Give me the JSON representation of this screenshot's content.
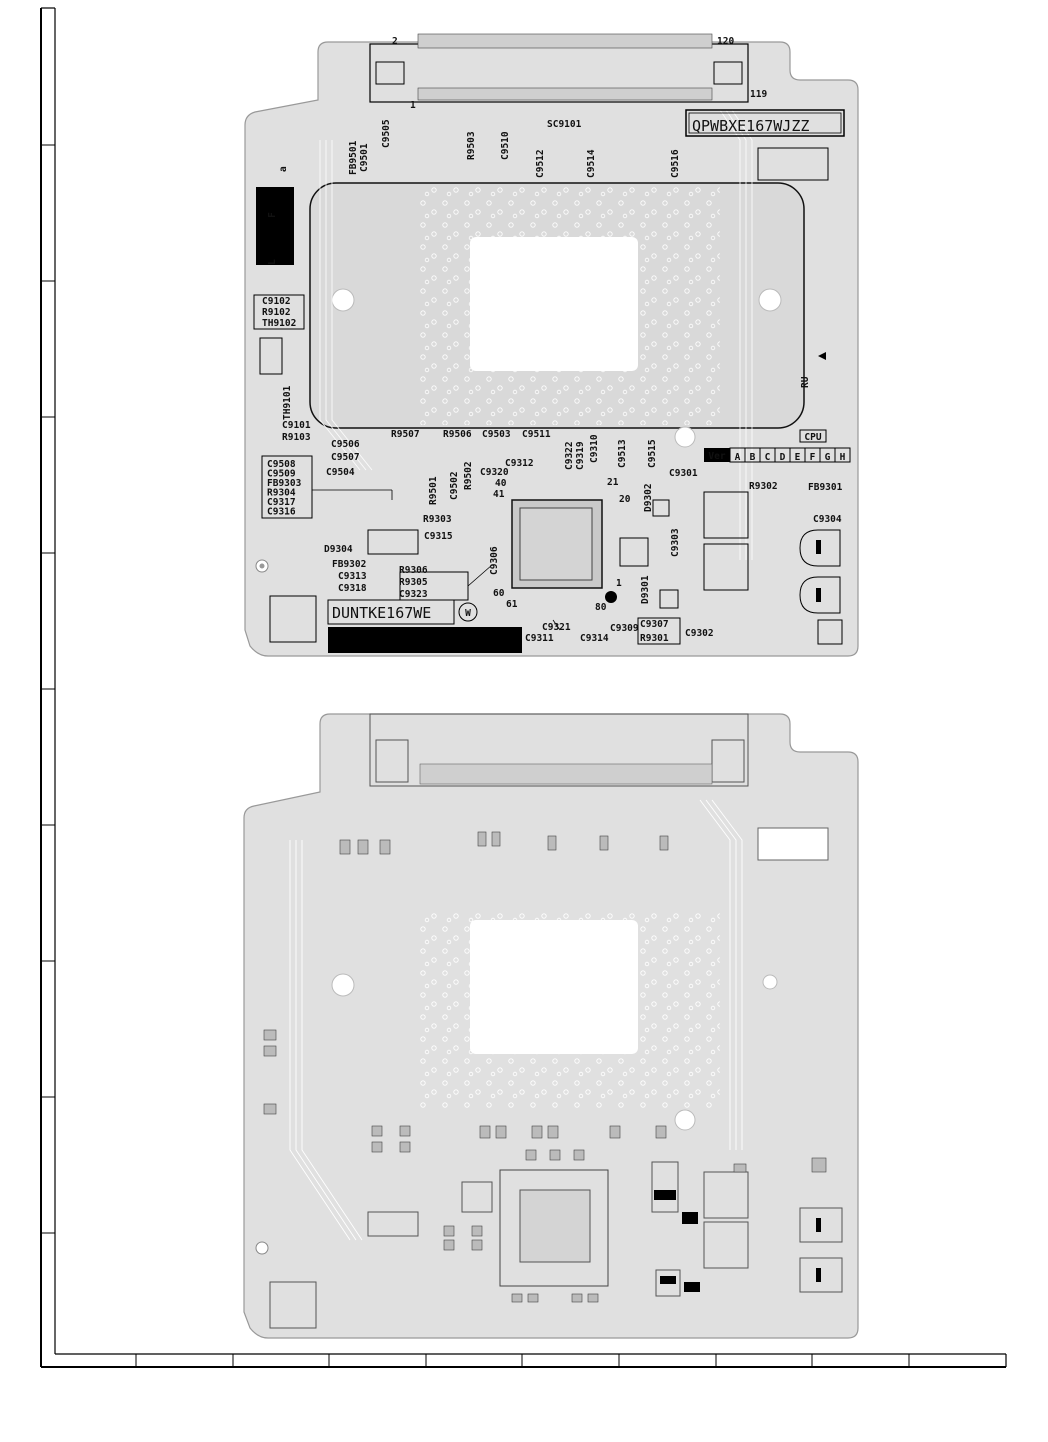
{
  "top_board": {
    "part_number": "QPWBXE167WJZZ",
    "pcb_number": "DUNTKE167WE",
    "w_mark": "W",
    "lf_letters": [
      "L",
      "F"
    ],
    "lf_suffix": "a",
    "cpu_label": "CPU",
    "ver_label": "Ver",
    "version_letters": [
      "A",
      "B",
      "C",
      "D",
      "E",
      "F",
      "G",
      "H"
    ],
    "ul_mark": "RU",
    "connector_pins": {
      "top_left": "2",
      "bottom_left": "1",
      "top_right": "120",
      "bottom_right": "119"
    },
    "ic_pins": {
      "p21": "21",
      "p20": "20",
      "p40": "40",
      "p41": "41",
      "p60": "60",
      "p61": "61",
      "p80": "80",
      "p1": "1"
    },
    "labels_h": {
      "sc9101": "SC9101",
      "r9507": "R9507",
      "r9506": "R9506",
      "c9503": "C9503",
      "c9511": "C9511",
      "c9506": "C9506",
      "c9507": "C9507",
      "c9504": "C9504",
      "c9312": "C9312",
      "c9320": "C9320",
      "c9301": "C9301",
      "r9302": "R9302",
      "fb9301": "FB9301",
      "c9304": "C9304",
      "c9101": "C9101",
      "r9103": "R9103",
      "r9303": "R9303",
      "c9315": "C9315",
      "d9304": "D9304",
      "fb9302": "FB9302",
      "c9313": "C9313",
      "c9318": "C9318",
      "r9306": "R9306",
      "r9305": "R9305",
      "c9323": "C9323",
      "c9321": "C9321",
      "c9309": "C9309",
      "c9311": "C9311",
      "c9314": "C9314",
      "c9307": "C9307",
      "r9301": "R9301",
      "c9302": "C9302"
    },
    "labels_v": {
      "fb9501": "FB9501",
      "c9501": "C9501",
      "c9505": "C9505",
      "r9503": "R9503",
      "c9510": "C9510",
      "c9512": "C9512",
      "c9514": "C9514",
      "c9516": "C9516",
      "th9101": "TH9101",
      "c9322": "C9322",
      "c9319": "C9319",
      "c9310": "C9310",
      "c9513": "C9513",
      "c9515": "C9515",
      "r9501": "R9501",
      "c9502": "C9502",
      "r9502": "R9502",
      "c9306": "C9306",
      "d9302": "D9302",
      "c9303": "C9303",
      "d9301": "D9301"
    },
    "box1": [
      "C9102",
      "R9102",
      "TH9102"
    ],
    "box2": [
      "C9508",
      "C9509",
      "FB9303",
      "R9304",
      "C9317",
      "C9316"
    ]
  }
}
